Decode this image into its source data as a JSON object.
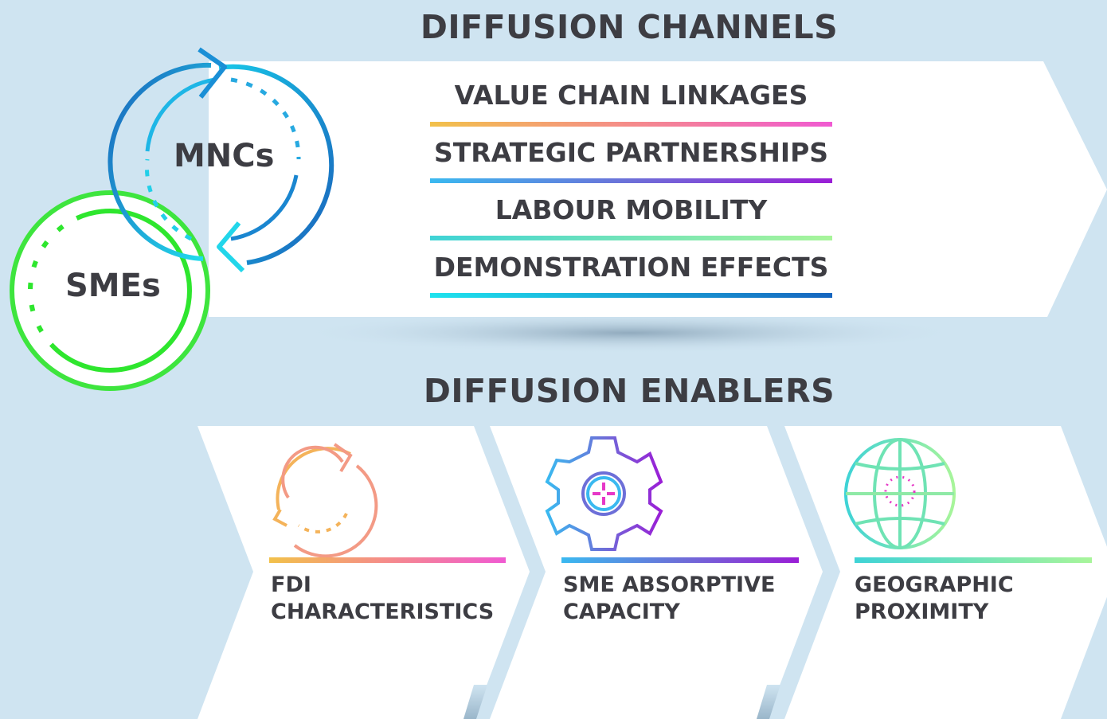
{
  "channels": {
    "title": "DIFFUSION CHANNELS",
    "items": [
      {
        "label": "VALUE CHAIN LINKAGES"
      },
      {
        "label": "STRATEGIC PARTNERSHIPS"
      },
      {
        "label": "LABOUR MOBILITY"
      },
      {
        "label": "DEMONSTRATION EFFECTS"
      }
    ]
  },
  "cycle": {
    "mncs": "MNCs",
    "smes": "SMEs"
  },
  "enablers": {
    "title": "DIFFUSION ENABLERS",
    "items": [
      {
        "line1": "FDI",
        "line2": "CHARACTERISTICS",
        "icon": "cycle-arrows-icon"
      },
      {
        "line1": "SME ABSORPTIVE",
        "line2": "CAPACITY",
        "icon": "gear-icon"
      },
      {
        "line1": "GEOGRAPHIC",
        "line2": "PROXIMITY",
        "icon": "globe-icon"
      }
    ]
  },
  "colors": {
    "background": "#cfe4f1",
    "text": "#3d3d43",
    "green": "#2ee62e",
    "blue": "#1a6fc0",
    "cyan": "#20d4e6"
  }
}
